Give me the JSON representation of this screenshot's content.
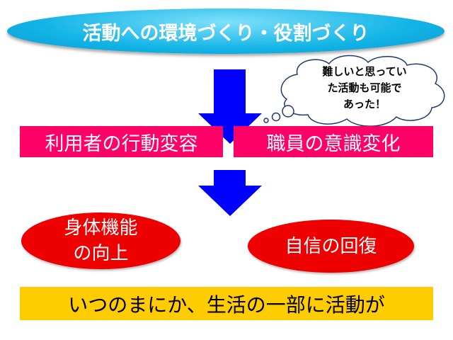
{
  "title": "活動への環境づくり・役割づくり",
  "thought": {
    "line1": "難しいと思ってい",
    "line2": "た活動も可能で",
    "line3": "あった！"
  },
  "changes": {
    "left": "利用者の行動変容",
    "right": "職員の意識変化"
  },
  "outcomes": {
    "left_line1": "身体機能",
    "left_line2": "の向上",
    "right": "自信の回復"
  },
  "conclusion": "いつのまにか、生活の一部に活動が",
  "colors": {
    "title": "#12b4e6",
    "arrow": "#0000ff",
    "pink": "#ff0066",
    "red": "#ee0000",
    "bar": "#ffcc00"
  }
}
